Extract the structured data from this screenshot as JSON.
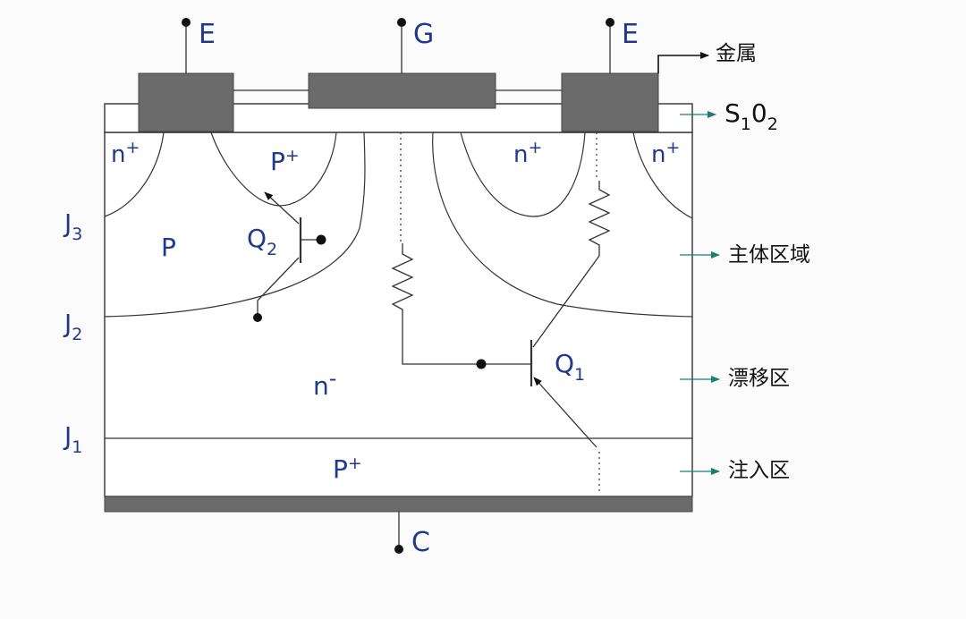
{
  "terminals": {
    "emitter_left": "E",
    "gate": "G",
    "emitter_right": "E",
    "collector": "C"
  },
  "regions": {
    "n_plus_left": {
      "base": "n",
      "sup": "+"
    },
    "p_plus_top": {
      "base": "P",
      "sup": "+"
    },
    "n_plus_mid": {
      "base": "n",
      "sup": "+"
    },
    "n_plus_right": {
      "base": "n",
      "sup": "+"
    },
    "p_body": "P",
    "n_minus": {
      "base": "n",
      "sup": "-"
    },
    "p_plus_bottom": {
      "base": "P",
      "sup": "+"
    }
  },
  "junctions": {
    "j3": {
      "base": "J",
      "sub": "3"
    },
    "j2": {
      "base": "J",
      "sub": "2"
    },
    "j1": {
      "base": "J",
      "sub": "1"
    }
  },
  "transistors": {
    "q2": {
      "base": "Q",
      "sub": "2"
    },
    "q1": {
      "base": "Q",
      "sub": "1"
    }
  },
  "callouts": {
    "metal": "金属",
    "oxide": {
      "a": "S",
      "a_sub": "1",
      "b": "0",
      "b_sub": "2"
    },
    "body": "主体区域",
    "drift": "漂移区",
    "injection": "注入区"
  },
  "colors": {
    "label_blue": "#1f3a8a",
    "metal_gray": "#6b6b6b",
    "arrow_green": "#1a7f6e",
    "outline": "#333333"
  }
}
